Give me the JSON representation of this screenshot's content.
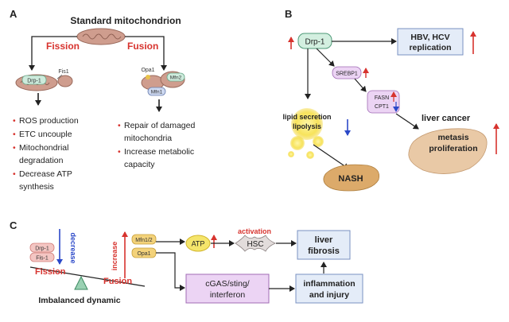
{
  "panels": {
    "a": {
      "letter": "A",
      "title": "Standard mitochondrion",
      "fission_label": "Fission",
      "fusion_label": "Fusion",
      "fission_proteins": [
        "Drp-1",
        "Fis1"
      ],
      "fusion_proteins": [
        "Opa1",
        "Mfn1",
        "Mfn2"
      ],
      "fission_effects": [
        "ROS production",
        "ETC uncouple",
        "Mitochondrial",
        "degradation",
        "Decrease  ATP",
        "synthesis"
      ],
      "fusion_effects": [
        "Repair of damaged",
        "mitochondria",
        "Increase metabolic",
        "capacity"
      ]
    },
    "b": {
      "letter": "B",
      "drp1": "Drp-1",
      "virus": [
        "HBV, HCV",
        "replication"
      ],
      "srebp1": "SREBP1",
      "fasn": "FASN",
      "cpt1": "CPT1",
      "lipid": [
        "lipid secretion",
        "lipolysis"
      ],
      "nash": "NASH",
      "liver_cancer": "liver cancer",
      "outcomes": [
        "metasis",
        "proliferation"
      ]
    },
    "c": {
      "letter": "C",
      "fission_proteins": [
        "Drp-1",
        "Fis-1"
      ],
      "decrease": "decrease",
      "increase": "increase",
      "fusion_proteins": [
        "Mfn1/2",
        "Opa1"
      ],
      "fission_label": "Fission",
      "fusion_label": "Fusion",
      "imbalanced": "Imbalanced dynamic",
      "atp": "ATP",
      "activation": "activation",
      "hsc": "HSC",
      "fibrosis": [
        "liver",
        "fibrosis"
      ],
      "cgas": [
        "cGAS/sting/",
        "interferon"
      ],
      "inflammation": [
        "inflammation",
        "and injury"
      ]
    }
  },
  "colors": {
    "red": "#d7332e",
    "blue": "#2b48c8",
    "box_blue": "#e4ecf8",
    "box_purple": "#ecd4f4",
    "mito": "#cf9d8e"
  }
}
